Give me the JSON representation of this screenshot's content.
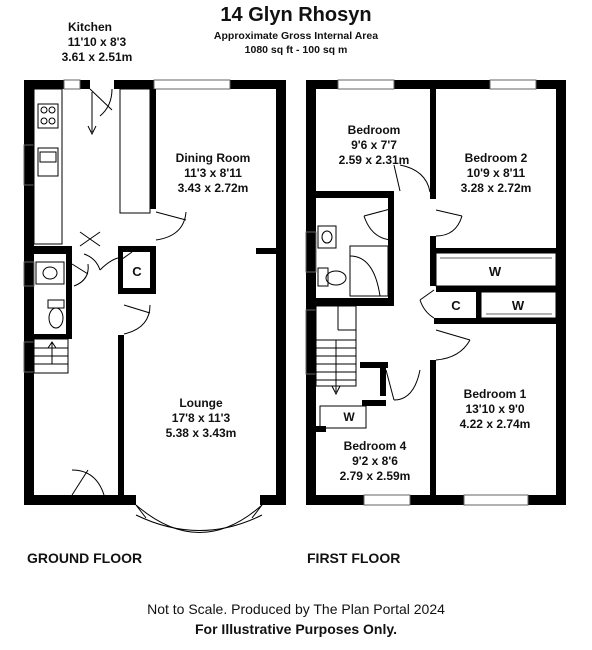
{
  "header": {
    "title": "14 Glyn Rhosyn",
    "area_label": "Approximate Gross Internal Area",
    "area_value": "1080 sq ft - 100 sq m"
  },
  "floors": {
    "ground": "GROUND FLOOR",
    "first": "FIRST FLOOR"
  },
  "rooms": {
    "kitchen": {
      "name": "Kitchen",
      "imperial": "11'10 x 8'3",
      "metric": "3.61 x 2.51m"
    },
    "dining": {
      "name": "Dining Room",
      "imperial": "11'3 x 8'11",
      "metric": "3.43 x 2.72m"
    },
    "lounge": {
      "name": "Lounge",
      "imperial": "17'8 x 11'3",
      "metric": "5.38 x 3.43m"
    },
    "bedroom3": {
      "name": "Bedroom",
      "imperial": "9'6 x 7'7",
      "metric": "2.59 x 2.31m"
    },
    "bedroom2": {
      "name": "Bedroom 2",
      "imperial": "10'9 x 8'11",
      "metric": "3.28 x 2.72m"
    },
    "bedroom1": {
      "name": "Bedroom 1",
      "imperial": "13'10 x 9'0",
      "metric": "4.22 x 2.74m"
    },
    "bedroom4": {
      "name": "Bedroom 4",
      "imperial": "9'2 x 8'6",
      "metric": "2.79 x 2.59m"
    }
  },
  "markers": {
    "cupboard": "C",
    "wardrobe": "W"
  },
  "footer": {
    "line1": "Not to Scale. Produced by The Plan Portal 2024",
    "line2": "For Illustrative Purposes Only."
  }
}
